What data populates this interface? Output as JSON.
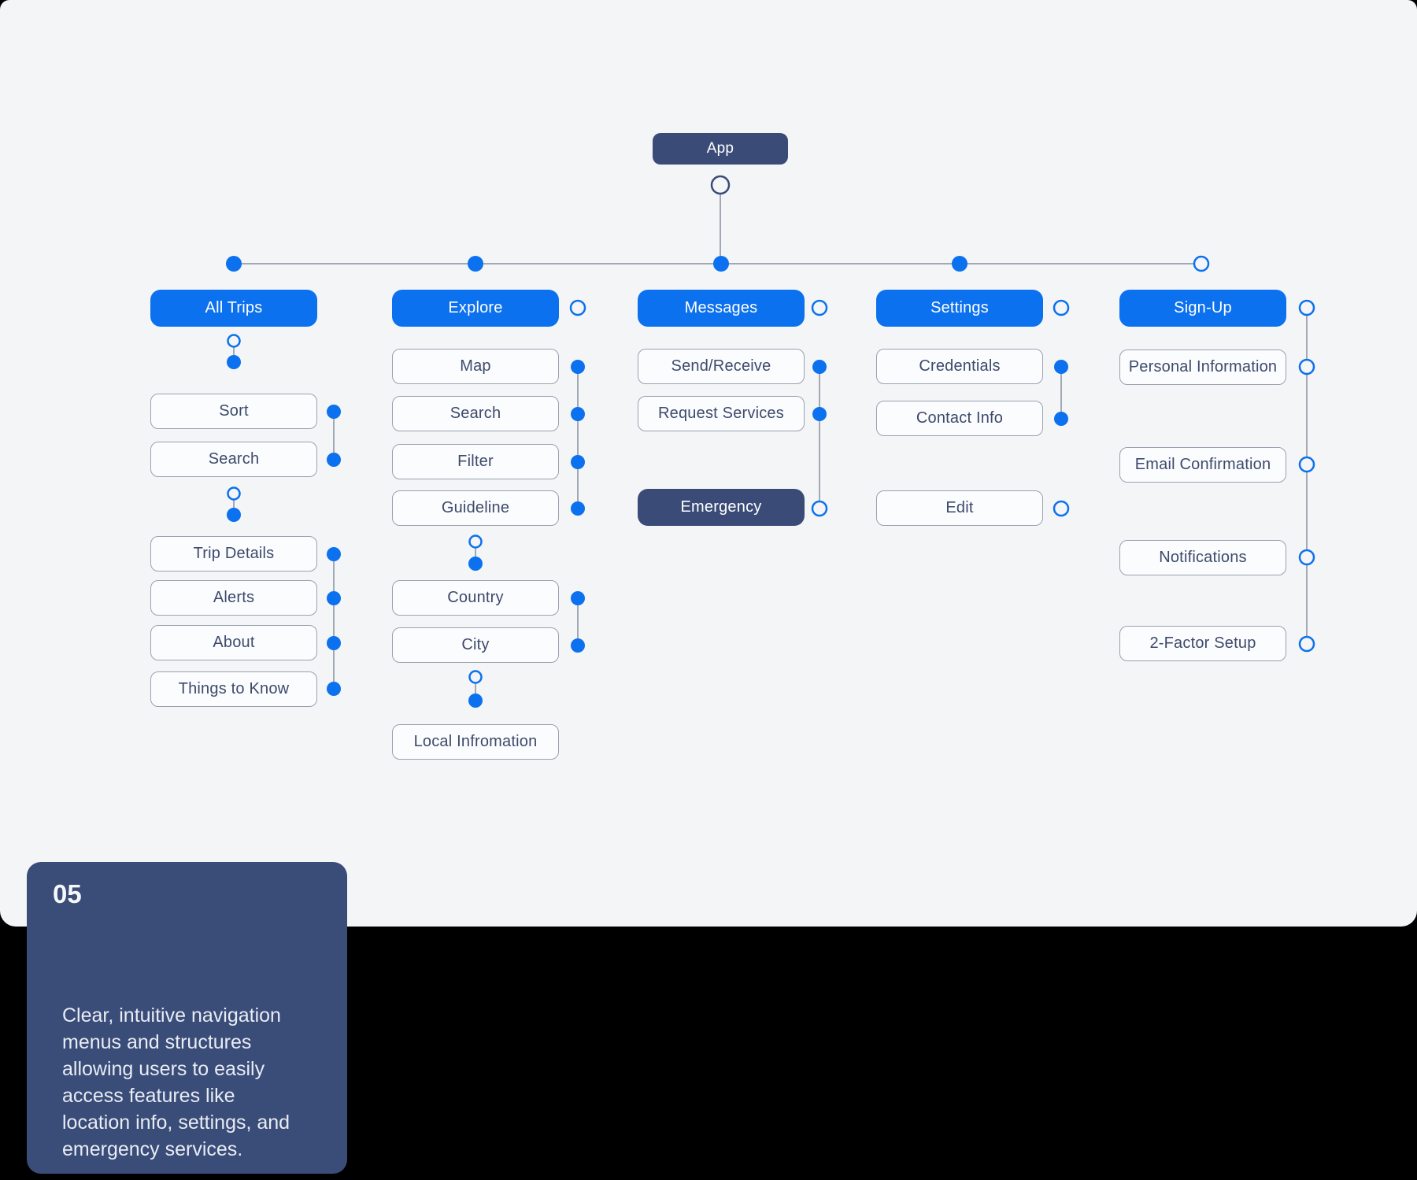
{
  "diagram": {
    "root_label": "App",
    "columns": [
      {
        "label": "All Trips",
        "items": [
          "Sort",
          "Search",
          "Trip Details",
          "Alerts",
          "About",
          "Things to Know"
        ]
      },
      {
        "label": "Explore",
        "items": [
          "Map",
          "Search",
          "Filter",
          "Guideline",
          "Country",
          "City",
          "Local Infromation"
        ]
      },
      {
        "label": "Messages",
        "items": [
          "Send/Receive",
          "Request Services",
          "Emergency"
        ]
      },
      {
        "label": "Settings",
        "items": [
          "Credentials",
          "Contact Info",
          "Edit"
        ]
      },
      {
        "label": "Sign-Up",
        "items": [
          "Personal Information",
          "Email Confirmation",
          "Notifications",
          "2-Factor Setup"
        ]
      }
    ]
  },
  "note_card": {
    "number": "05",
    "text": "Clear, intuitive navigation menus and structures allowing users to easily access features like location info, settings, and emergency services."
  },
  "colors": {
    "accent_blue": "#0c71ee",
    "navy": "#3b4b77",
    "canvas_gray": "#f4f5f7",
    "page_background": "#000000",
    "box_border": "#9aa1ae",
    "box_text": "#3d4a6b",
    "line_gray": "#a3a9b4"
  }
}
